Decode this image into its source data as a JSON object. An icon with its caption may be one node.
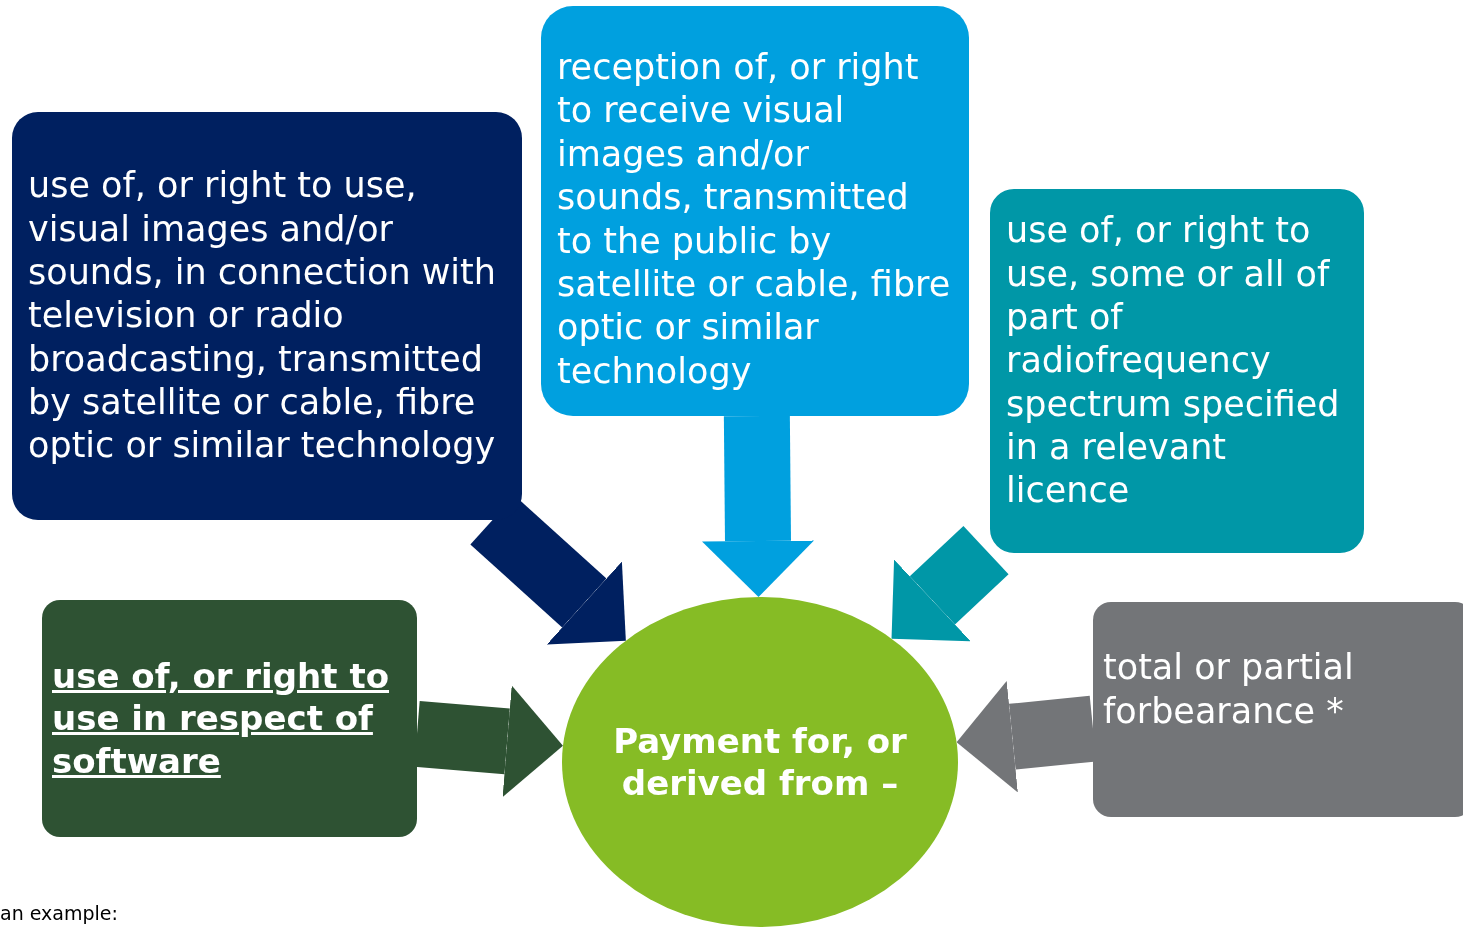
{
  "diagram": {
    "nodes": [
      {
        "text": [
          "use of, or right to use, visual images and/or sounds, in connection with television or radio broadcasting, transmitted by satellite or cable, fibre optic or similar technology"
        ]
      },
      {
        "text": [
          "reception of, or right to receive visual images and/or sounds, transmitted to the public by satellite or cable, fibre optic or similar technology"
        ]
      },
      {
        "text": [
          "use of, or right to use, some or all of part of radiofrequency spectrum specified in a relevant licence"
        ]
      },
      {
        "text": [
          "use of, or right to use in respect of software"
        ]
      },
      {
        "text": [
          "Payment for, or derived from –"
        ]
      },
      {
        "text": [
          "total or partial forbearance *"
        ]
      }
    ],
    "edges": [
      {
        "from": 0,
        "to": 4,
        "arrow": "to",
        "color": "#002060"
      },
      {
        "from": 1,
        "to": 4,
        "arrow": "to",
        "color": "#00a0df"
      },
      {
        "from": 2,
        "to": 4,
        "arrow": "to",
        "color": "#0097a7"
      },
      {
        "from": 3,
        "to": 4,
        "arrow": "to",
        "color": "#2e5233"
      },
      {
        "from": 5,
        "to": 4,
        "arrow": "to",
        "color": "#737578"
      }
    ],
    "labels": [
      "an example:"
    ]
  }
}
